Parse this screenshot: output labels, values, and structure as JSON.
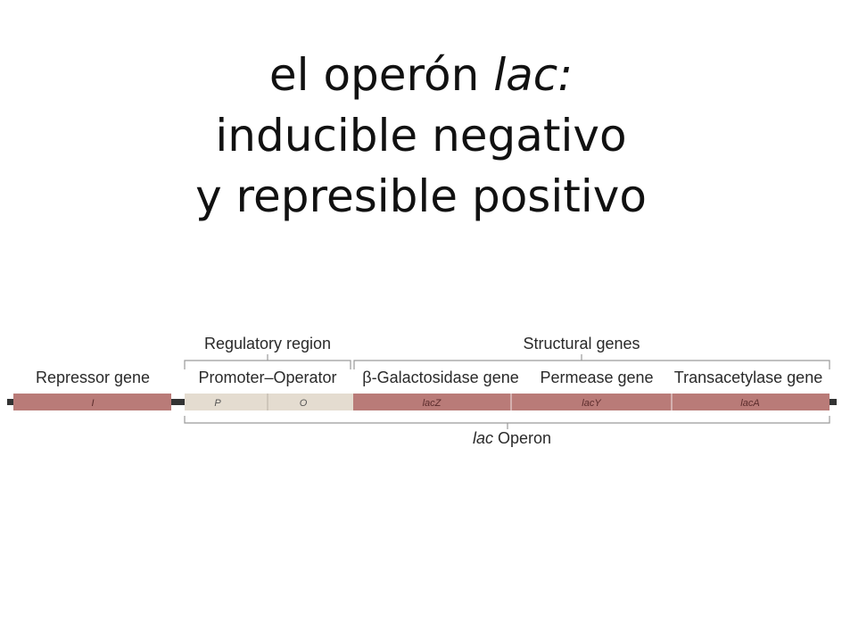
{
  "title": {
    "line1_prefix": "el operón ",
    "line1_italic": "lac:",
    "line2": "inducible negativo",
    "line3": "y represible positivo"
  },
  "diagram": {
    "regulatory_region_label": "Regulatory region",
    "structural_genes_label": "Structural genes",
    "repressor_gene_label": "Repressor gene",
    "promoter_operator_label": "Promoter–Operator",
    "galactosidase_label": "β-Galactosidase gene",
    "permease_label": "Permease gene",
    "transacetylase_label": "Transacetylase gene",
    "operon_label_italic": "lac",
    "operon_label_rest": " Operon",
    "segments": {
      "repressor": "I",
      "promoter": "P",
      "operator": "O",
      "lacZ": "lacZ",
      "lacY": "lacY",
      "lacA": "lacA"
    },
    "colors": {
      "gene": "#b97b78",
      "regulatory": "#e4dcd0",
      "dna": "#333333"
    }
  }
}
